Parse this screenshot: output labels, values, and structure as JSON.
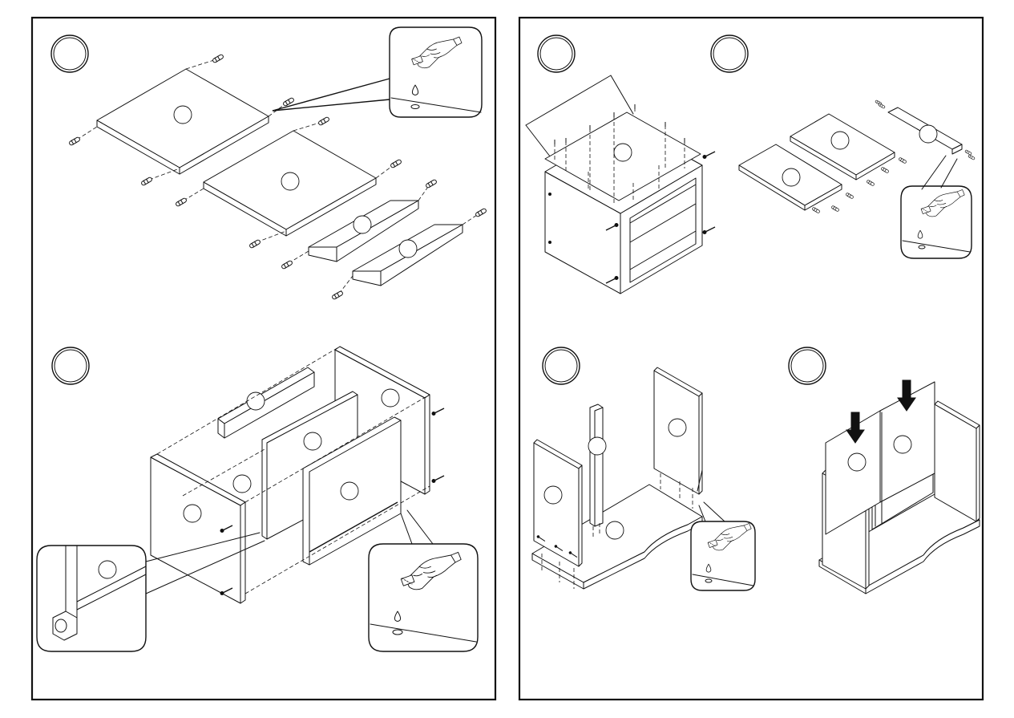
{
  "document": {
    "kind": "furniture assembly instructions",
    "text_on_page": "",
    "pages": [
      {
        "name": "left-page",
        "steps": [
          "step-1-shelf-panels-dowels",
          "step-2-carcass-assembly-with-back-panels"
        ]
      },
      {
        "name": "right-page",
        "steps": [
          "step-3-top-panel-fixing",
          "step-4-drawer-parts-dowels",
          "step-5-base-and-side-panels",
          "step-6-doors-pressed-down"
        ]
      }
    ],
    "icons": [
      "hand-glue-icon",
      "glue-drop-icon",
      "arrow-down-icon",
      "dowel-icon",
      "screw-icon"
    ],
    "colors": {
      "ink": "#111111",
      "paper": "#ffffff"
    }
  }
}
